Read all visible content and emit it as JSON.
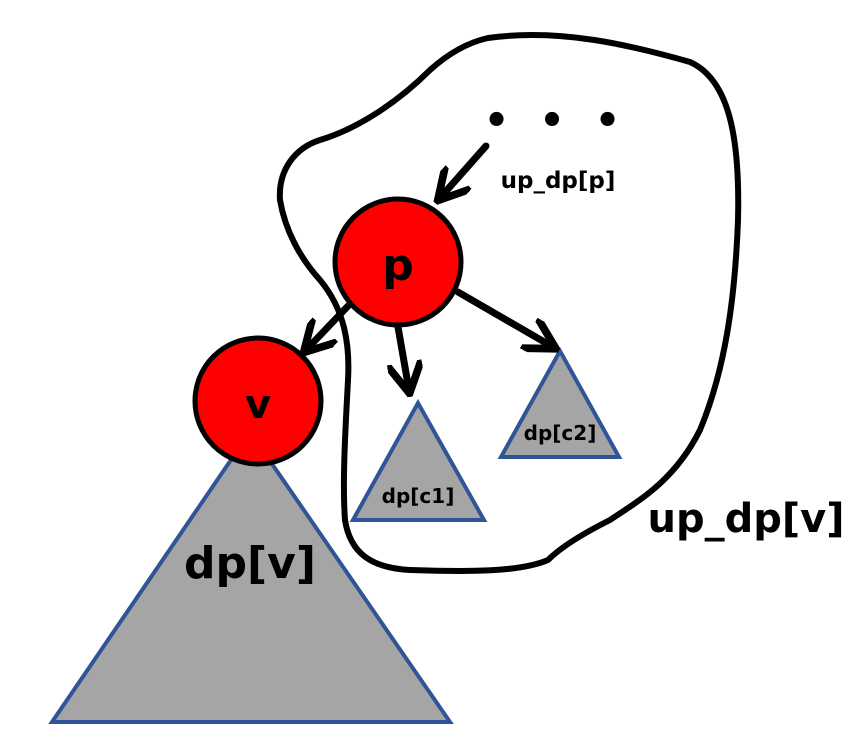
{
  "diagram": {
    "ellipsis": "• • •",
    "nodes": {
      "p": {
        "label": "p"
      },
      "v": {
        "label": "v"
      }
    },
    "subtrees": {
      "dp_v": {
        "label": "dp[v]"
      },
      "dp_c1": {
        "label": "dp[c1]"
      },
      "dp_c2": {
        "label": "dp[c2]"
      }
    },
    "labels": {
      "up_dp_p": "up_dp[p]",
      "up_dp_v": "up_dp[v]"
    },
    "colors": {
      "node_fill": "#ff0000",
      "subtree_fill": "#a5a5a5",
      "subtree_stroke": "#2f5597",
      "outline": "#000000"
    }
  }
}
